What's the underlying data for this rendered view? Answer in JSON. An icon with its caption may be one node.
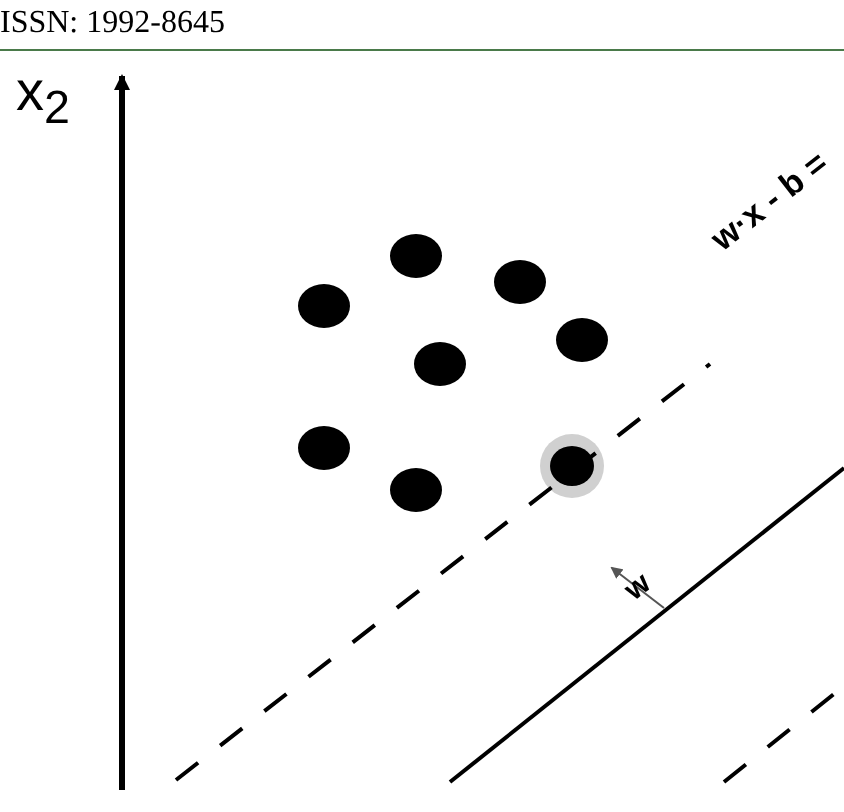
{
  "diagram": {
    "labels": [
      "ISSN: 1992-8645",
      "x$_{2}$",
      "w·x - b =",
      "w"
    ]
  }
}
